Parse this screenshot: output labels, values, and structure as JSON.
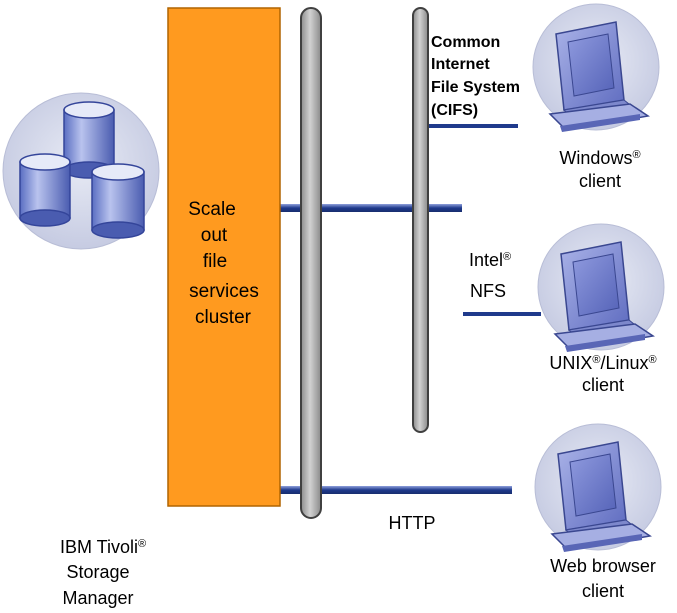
{
  "colors": {
    "cluster_fill": "#ff9a1f",
    "bus_fill": "#b4b4b4",
    "bus_stroke": "#404040",
    "link": "#1f3a8c",
    "circle_bg": "#cfd4e8",
    "monitor": "#6d79c9"
  },
  "storage_manager": {
    "icon": "database-cylinders-icon",
    "line1": "IBM Tivoli",
    "line2": "Storage",
    "line3": "Manager",
    "reg": "®"
  },
  "cluster": {
    "lines": [
      "Scale",
      "out",
      "file",
      "services",
      "cluster"
    ]
  },
  "cifs": {
    "lines": [
      "Common",
      "Internet",
      "File System",
      "(CIFS)"
    ]
  },
  "nfs": {
    "line1": "Intel",
    "line1_reg": "®",
    "line2": "NFS"
  },
  "http": {
    "label": "HTTP"
  },
  "clients": [
    {
      "icon": "computer-monitor-icon",
      "line1": "Windows",
      "line1_reg": "®",
      "line2": "client"
    },
    {
      "icon": "computer-monitor-icon",
      "line1a": "UNIX",
      "line1a_reg": "®",
      "line1b": "/Linux",
      "line1b_reg": "®",
      "line2": "client"
    },
    {
      "icon": "computer-monitor-icon",
      "line1": "Web browser",
      "line2": "client"
    }
  ]
}
